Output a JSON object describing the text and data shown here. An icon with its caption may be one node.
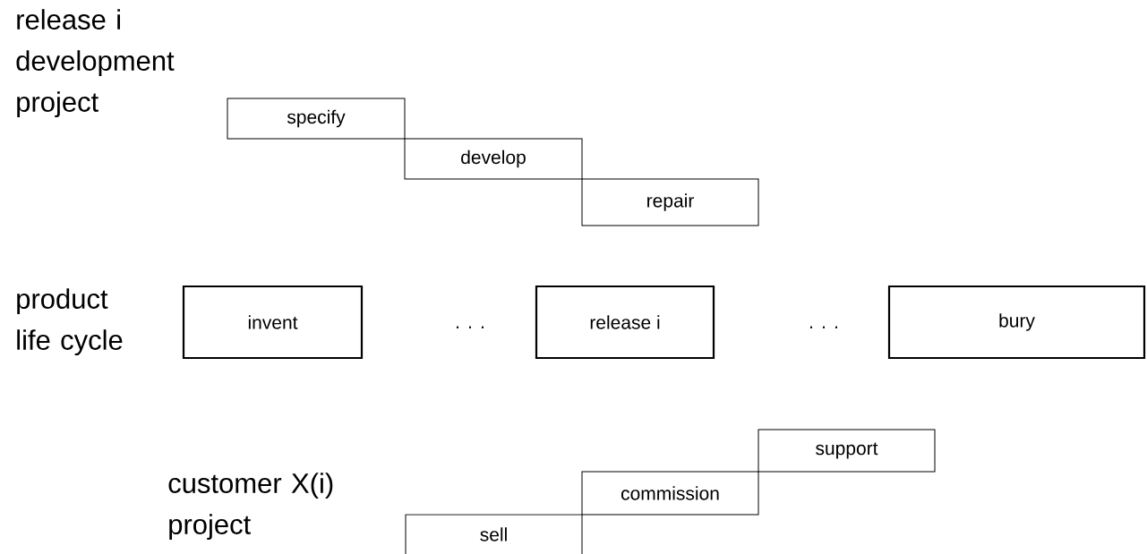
{
  "diagram": {
    "nodes": [
      {
        "text": [
          "specify"
        ]
      },
      {
        "text": [
          "develop"
        ]
      },
      {
        "text": [
          "repair"
        ]
      },
      {
        "text": [
          "invent"
        ]
      },
      {
        "text": [
          "release i"
        ]
      },
      {
        "text": [
          "bury"
        ]
      },
      {
        "text": [
          "sell"
        ]
      },
      {
        "text": [
          "commission"
        ]
      },
      {
        "text": [
          "support"
        ]
      }
    ],
    "labels": [
      "release i development project",
      "product life cycle",
      "· · ·",
      "· · ·",
      "customer X(i) project"
    ]
  }
}
